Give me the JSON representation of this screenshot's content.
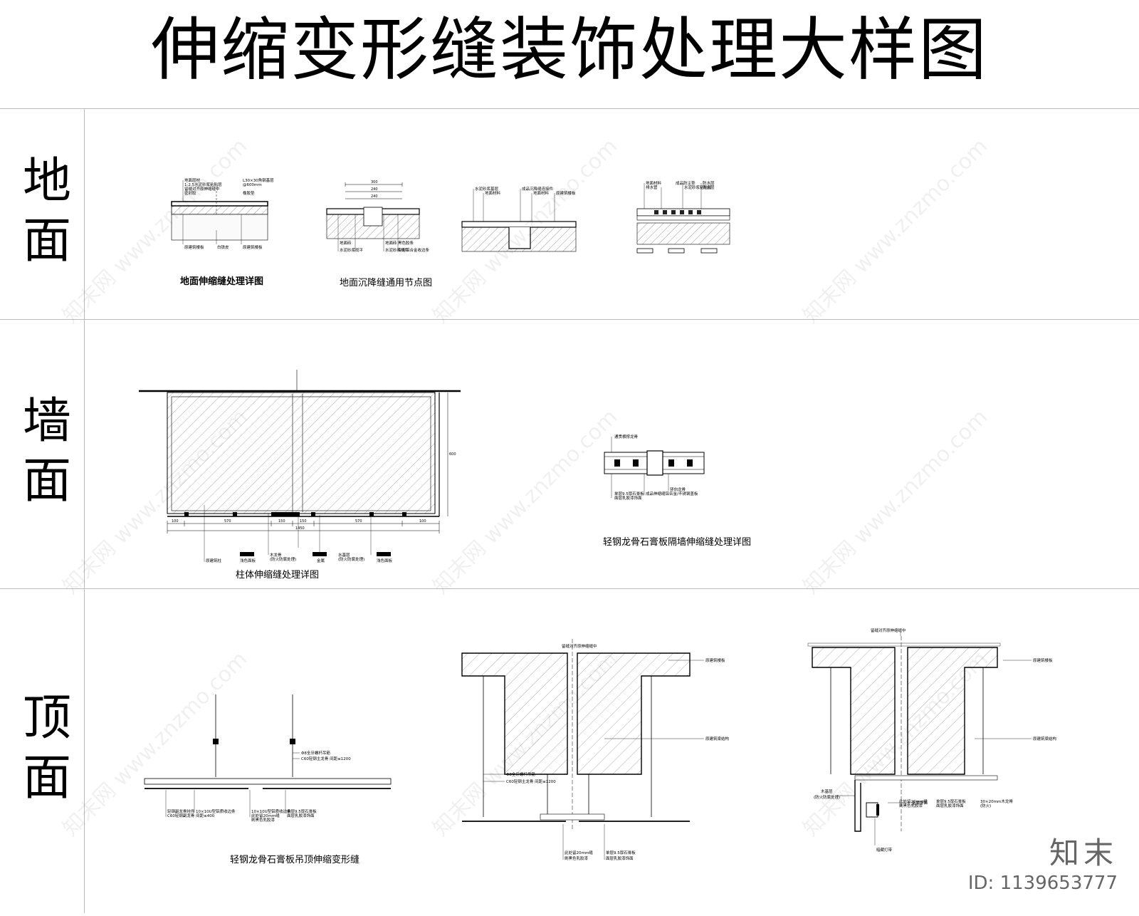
{
  "title": "伸缩变形缝装饰处理大样图",
  "rows": {
    "floor": {
      "label": "地面",
      "captions": [
        "地面伸缩缝处理详图",
        "地面沉降缝通用节点图"
      ],
      "notes1": [
        "地面层材",
        "1:2.5水泥砂浆粘贴层",
        "留缝对齐原伸缩缝中",
        "密封胶",
        "L30×30角钢基层",
        "@600mm",
        "橡胶垫",
        "原建筑楼板",
        "白铁皮",
        "原建筑楼板"
      ],
      "notes2": [
        "地面砖",
        "水泥砂浆找平",
        "地面砖",
        "水泥砂浆找平",
        "黑色胶条",
        "专用铝合金收边条",
        "300",
        "240",
        "240"
      ],
      "notes3": [
        "水泥砂浆基层",
        "地面材料",
        "成品沉降缝连接件",
        "地面材料",
        "原建筑楼板"
      ],
      "notes4": [
        "地面材料",
        "排水管",
        "成品防尘垫",
        "防水层",
        "水泥砂浆粘贴层",
        "防水层"
      ]
    },
    "wall": {
      "label": "墙面",
      "captions": [
        "柱体伸缩缝处理详图",
        "轻钢龙骨石膏板隔墙伸缩缝处理详图"
      ],
      "notes1": [
        "原建筑柱",
        "木龙骨",
        "(防火防腐处理)",
        "水基层",
        "(防火防腐处理)",
        "浅色面板",
        "金属",
        "浅色面板"
      ],
      "dims1": [
        "100",
        "570",
        "150",
        "150",
        "570",
        "100",
        "1450",
        "600"
      ],
      "notes2": [
        "通贯横撑龙骨",
        "单层9.5厚石膏板",
        "面层乳胶漆饰面",
        "成品伸缩缝铝合金/不锈钢盖板",
        "竖向龙骨"
      ]
    },
    "ceiling": {
      "label": "顶面",
      "captions": [
        "轻钢龙骨石膏板吊顶伸缩变形缝"
      ],
      "notes1": [
        "Φ8全牙螺杆吊筋",
        "C60轻钢主龙骨 间距≤1200",
        "轻钢副龙骨挂件",
        "C60轻钢副龙骨 间距≤400",
        "10×10U型铝质收边条",
        "10×10U型铝质收边条",
        "此处留20mm缝",
        "刷黑色乳胶漆",
        "单层9.5厚石膏板",
        "面层乳胶漆饰面"
      ],
      "notes2": [
        "留缝对齐原伸缩缝中",
        "原建筑楼板",
        "原建筑梁结构",
        "Φ8全牙螺杆吊筋",
        "C60轻钢主龙骨 间距≤1200",
        "此处留20mm缝",
        "刷黑色乳胶漆",
        "单层9.5厚石膏板",
        "面层乳胶漆饰面"
      ],
      "notes3": [
        "留缝对齐原伸缩缝中",
        "原建筑楼板",
        "原建筑梁结构",
        "木基层",
        "(防火防腐处理)",
        "此处留20mm缝",
        "刷黑色乳胶漆",
        "单层9.5厚石膏板",
        "面层乳胶漆饰面",
        "30×20mm木龙骨",
        "(防火)",
        "金属饰面",
        "暗藏灯带"
      ]
    }
  },
  "watermark": "知末网 www.znzmo.com",
  "brand": {
    "logo": "知末",
    "id": "ID: 1139653777"
  }
}
